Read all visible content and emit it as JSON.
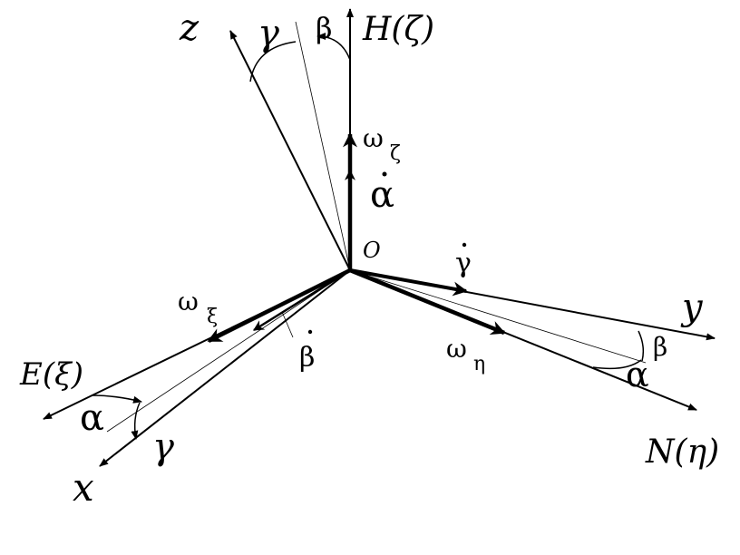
{
  "labels": {
    "z": "z",
    "gamma_top": "γ",
    "beta_top": "β",
    "H": "H(ζ)",
    "omega_zeta": "ω",
    "omega_zeta_sub": "ζ",
    "alpha_dot": "α",
    "origin": "O",
    "gamma_dot": "γ",
    "y": "y",
    "omega_xi": "ω",
    "omega_xi_sub": "ξ",
    "beta_dot": "β",
    "omega_eta": "ω",
    "omega_eta_sub": "η",
    "beta_right": "β",
    "alpha_right": "α",
    "E": "E(ξ)",
    "alpha_left": "α",
    "gamma_left": "γ",
    "x": "x",
    "N": "N(η)"
  },
  "colors": {
    "ink": "#000000",
    "background": "#ffffff"
  }
}
